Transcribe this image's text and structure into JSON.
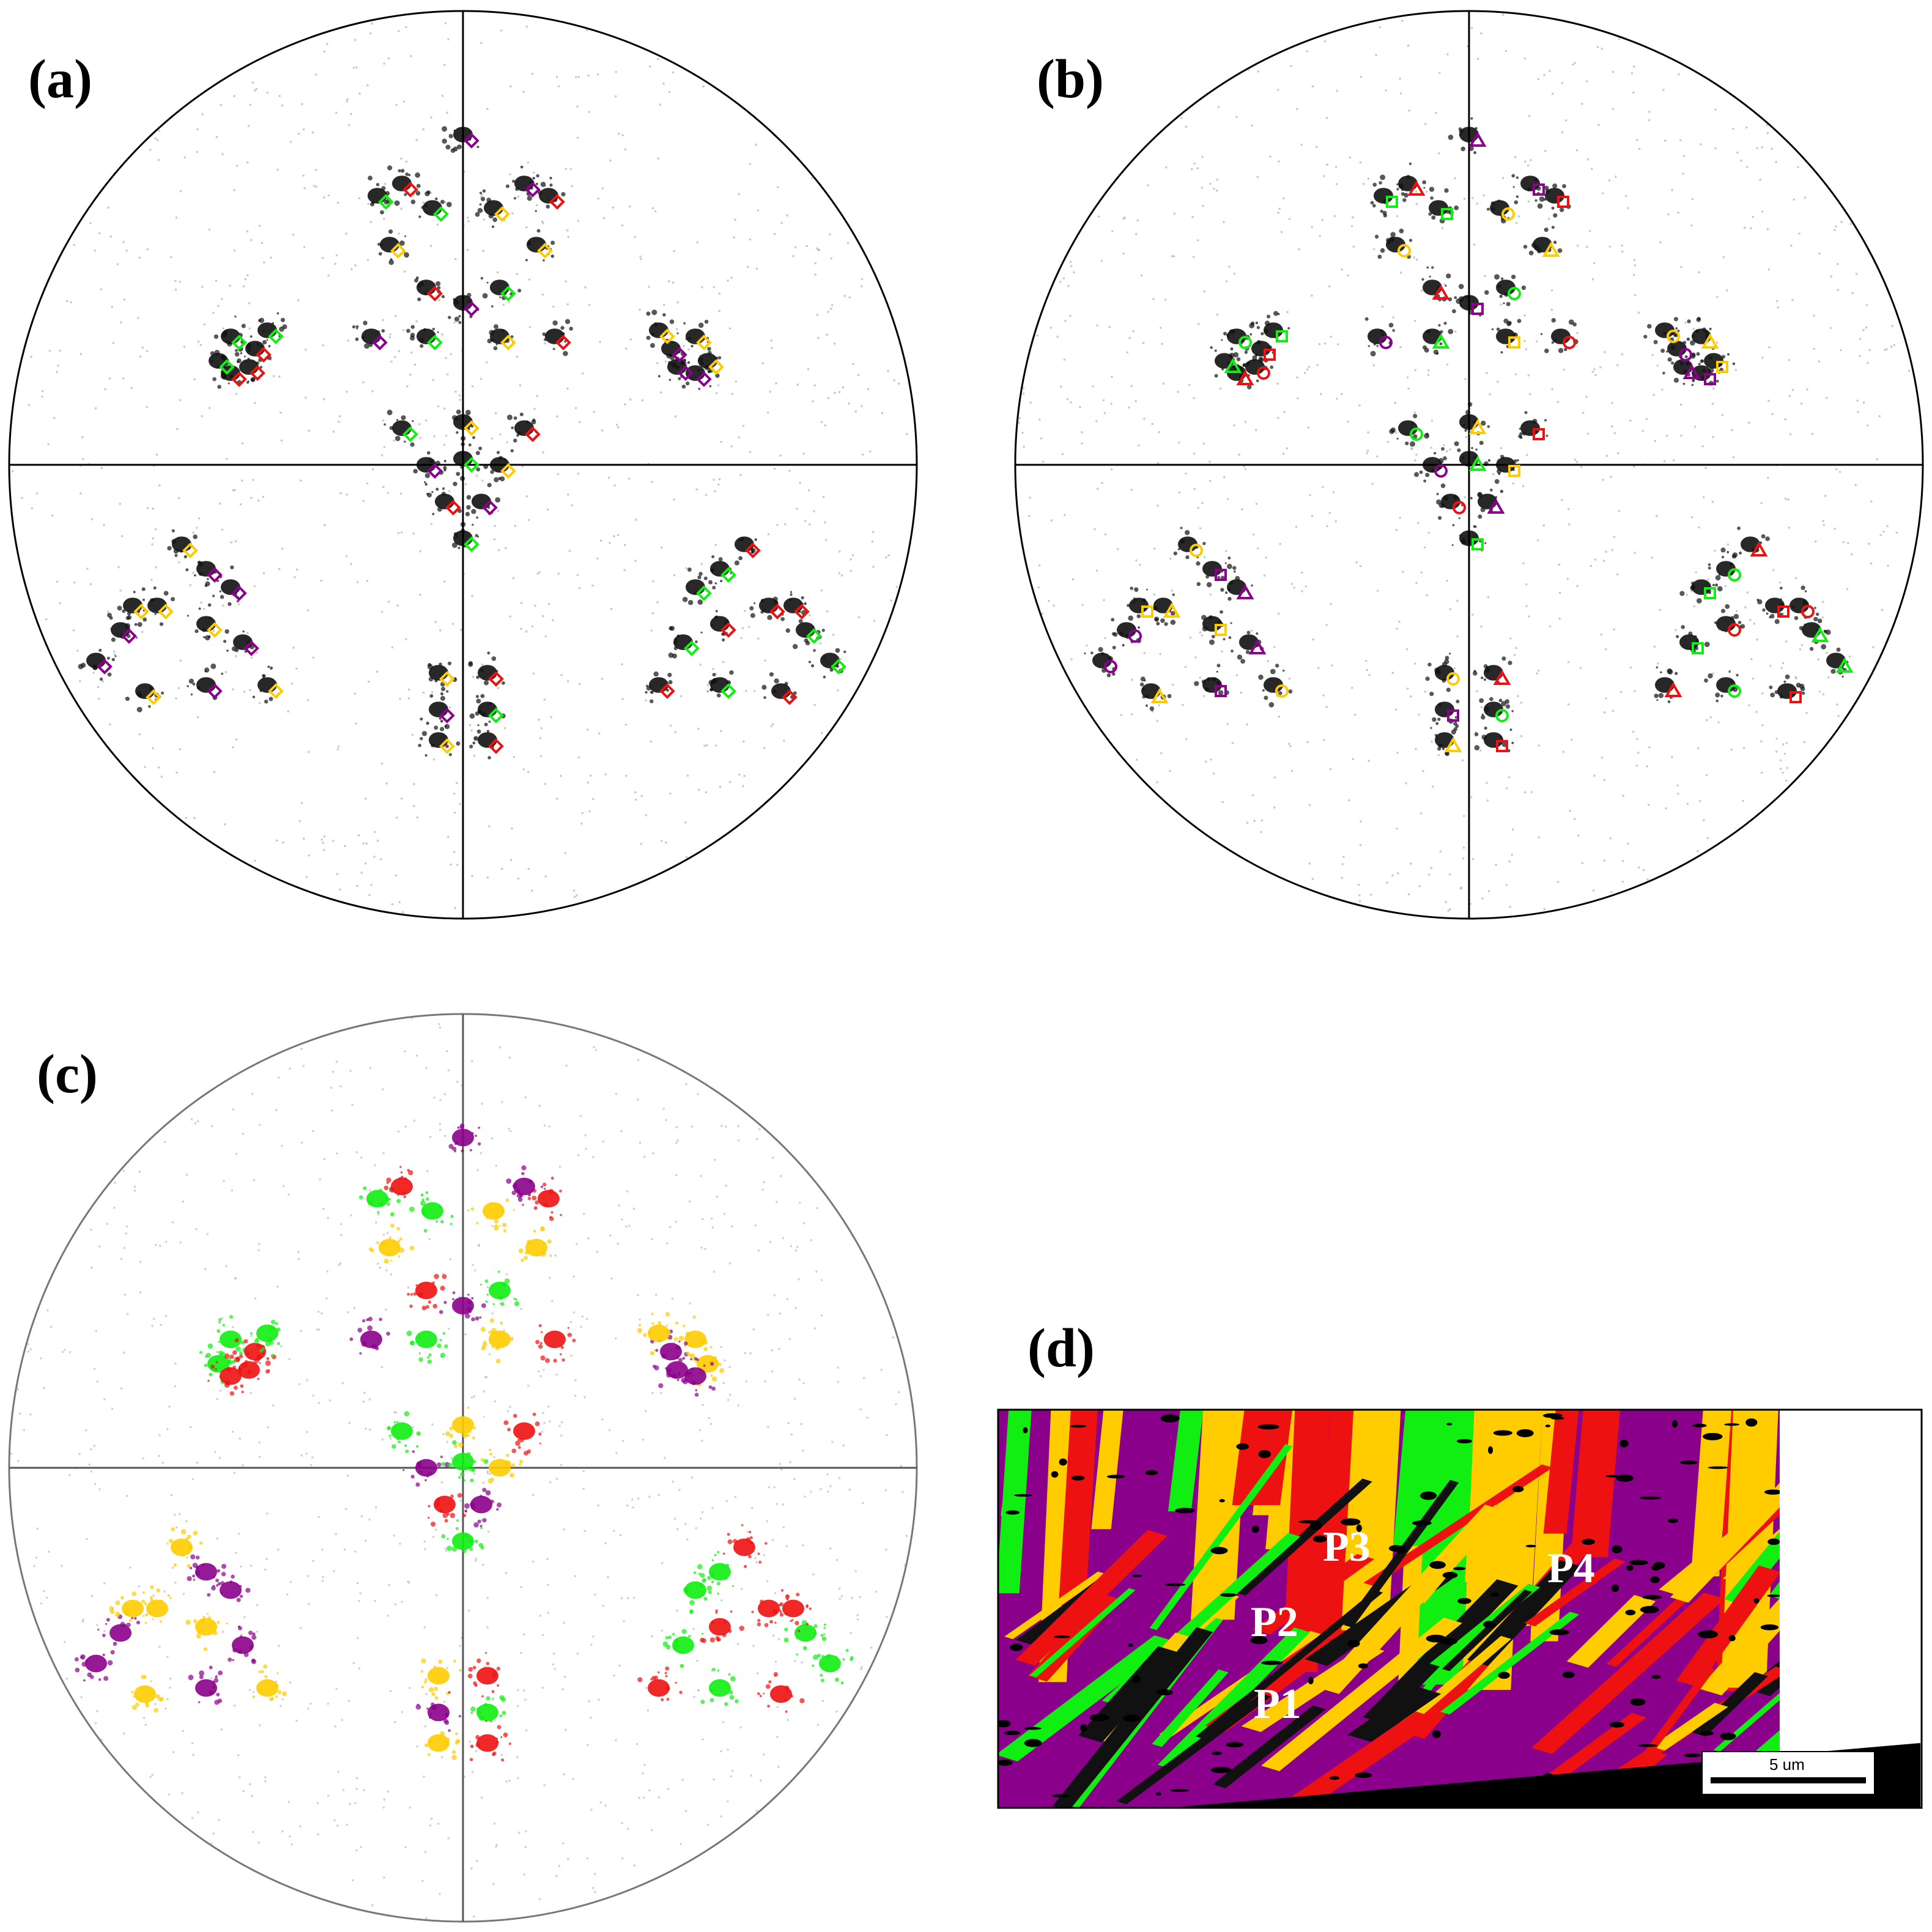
{
  "panels": [
    {
      "id": "a",
      "label": "(a)"
    },
    {
      "id": "b",
      "label": "(b)"
    },
    {
      "id": "c",
      "label": "(c)"
    },
    {
      "id": "d",
      "label": "(d)"
    }
  ],
  "map": {
    "regions": [
      "P1",
      "P2",
      "P3",
      "P4"
    ],
    "scale_bar": "5 um"
  },
  "colors": {
    "red": "#ee1111",
    "green": "#11ee11",
    "yellow": "#ffcc00",
    "purple": "#8b008b",
    "black": "#111111"
  }
}
